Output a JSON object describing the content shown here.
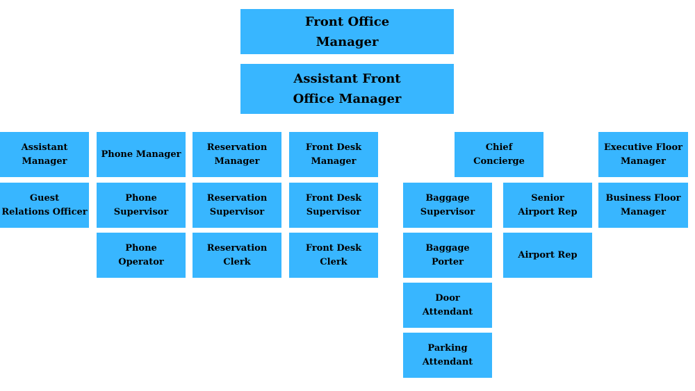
{
  "colors": {
    "node_fill": "#38B6FF",
    "node_text": "#000000",
    "background": "#FFFFFF"
  },
  "nodes": {
    "front_office_manager": {
      "line1": "Front Office",
      "line2": "Manager"
    },
    "assistant_front_office_manager": {
      "line1": "Assistant Front",
      "line2": "Office Manager"
    },
    "assistant_manager": {
      "line1": "Assistant",
      "line2": "Manager"
    },
    "phone_manager": {
      "line1": "Phone Manager",
      "line2": ""
    },
    "reservation_manager": {
      "line1": "Reservation",
      "line2": "Manager"
    },
    "front_desk_manager": {
      "line1": "Front Desk",
      "line2": "Manager"
    },
    "chief_concierge": {
      "line1": "Chief",
      "line2": "Concierge"
    },
    "executive_floor_manager": {
      "line1": "Executive Floor",
      "line2": "Manager"
    },
    "guest_relations_officer": {
      "line1": "Guest",
      "line2": "Relations Officer"
    },
    "phone_supervisor": {
      "line1": "Phone",
      "line2": "Supervisor"
    },
    "reservation_supervisor": {
      "line1": "Reservation",
      "line2": "Supervisor"
    },
    "front_desk_supervisor": {
      "line1": "Front Desk",
      "line2": "Supervisor"
    },
    "baggage_supervisor": {
      "line1": "Baggage",
      "line2": "Supervisor"
    },
    "senior_airport_rep": {
      "line1": "Senior",
      "line2": "Airport Rep"
    },
    "business_floor_manager": {
      "line1": "Business Floor",
      "line2": "Manager"
    },
    "phone_operator": {
      "line1": "Phone",
      "line2": "Operator"
    },
    "reservation_clerk": {
      "line1": "Reservation",
      "line2": "Clerk"
    },
    "front_desk_clerk": {
      "line1": "Front Desk",
      "line2": "Clerk"
    },
    "baggage_porter": {
      "line1": "Baggage",
      "line2": "Porter"
    },
    "airport_rep": {
      "line1": "Airport Rep",
      "line2": ""
    },
    "door_attendant": {
      "line1": "Door",
      "line2": "Attendant"
    },
    "parking_attendant": {
      "line1": "Parking",
      "line2": "Attendant"
    }
  }
}
